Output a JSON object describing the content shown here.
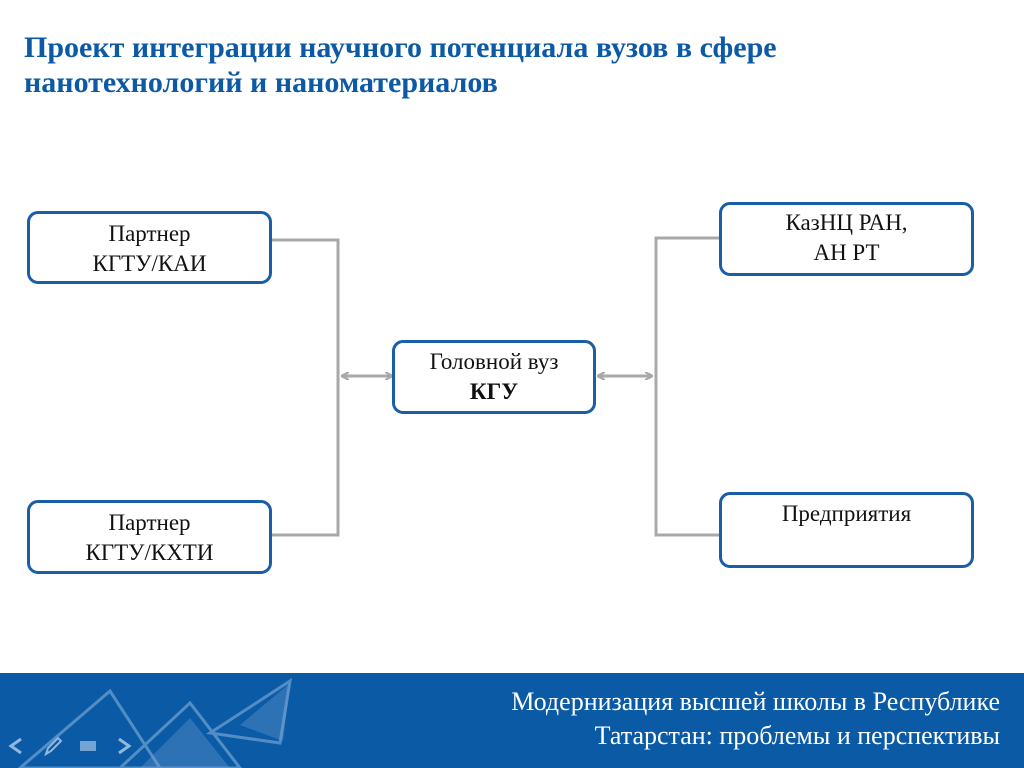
{
  "title": {
    "line1": "Проект интеграции научного потенциала вузов в сфере",
    "line2": "нанотехнологий и наноматериалов"
  },
  "diagram": {
    "partner_left_top": {
      "line1": "Партнер",
      "line2": "КГТУ/КАИ"
    },
    "partner_left_bottom": {
      "line1": "Партнер",
      "line2": "КГТУ/КХТИ"
    },
    "center": {
      "line1": "Головной вуз",
      "line2": "КГУ"
    },
    "right_top": {
      "line1": "КазНЦ РАН,",
      "line2": "АН РТ"
    },
    "right_bottom": {
      "line1": "Предприятия"
    }
  },
  "footer": {
    "line1": "Модернизация высшей школы в Республике",
    "line2": "Татарстан: проблемы и перспективы"
  },
  "colors": {
    "title": "#0c5aa6",
    "node_border": "#1a5ea8",
    "connector": "#a8a8a8",
    "footer_bg": "#0b5aa5"
  },
  "icons": {
    "nav_back": "arrow-left-icon",
    "nav_pen": "pen-icon",
    "nav_menu": "menu-icon",
    "nav_forward": "arrow-right-icon"
  }
}
